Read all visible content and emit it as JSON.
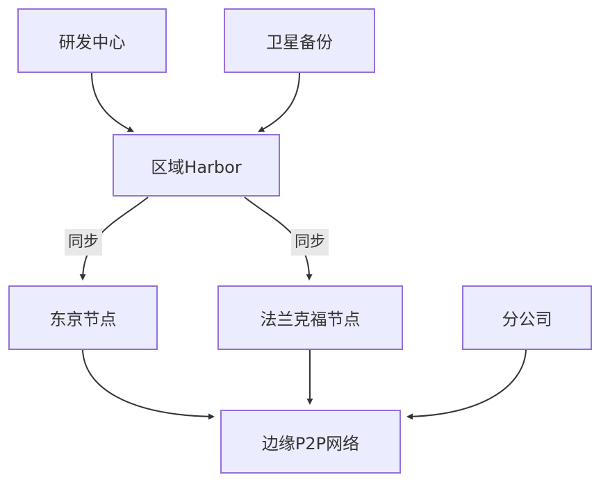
{
  "diagram": {
    "type": "flowchart",
    "direction": "top-down",
    "nodes": [
      {
        "id": "rd-center",
        "label": "研发中心"
      },
      {
        "id": "satellite-backup",
        "label": "卫星备份"
      },
      {
        "id": "region-harbor",
        "label": "区域Harbor"
      },
      {
        "id": "tokyo-node",
        "label": "东京节点"
      },
      {
        "id": "frankfurt-node",
        "label": "法兰克福节点"
      },
      {
        "id": "branch-office",
        "label": "分公司"
      },
      {
        "id": "edge-p2p-network",
        "label": "边缘P2P网络"
      }
    ],
    "edges": [
      {
        "from": "研发中心",
        "to": "区域Harbor",
        "label": ""
      },
      {
        "from": "卫星备份",
        "to": "区域Harbor",
        "label": ""
      },
      {
        "from": "区域Harbor",
        "to": "东京节点",
        "label": "同步"
      },
      {
        "from": "区域Harbor",
        "to": "法兰克福节点",
        "label": "同步"
      },
      {
        "from": "东京节点",
        "to": "边缘P2P网络",
        "label": ""
      },
      {
        "from": "法兰克福节点",
        "to": "边缘P2P网络",
        "label": ""
      },
      {
        "from": "分公司",
        "to": "边缘P2P网络",
        "label": ""
      }
    ],
    "colors": {
      "node_fill": "#ECECFF",
      "node_border": "#9370DB",
      "edge_stroke": "#333333",
      "edge_label_bg": "#e8e8e8",
      "text": "#333333",
      "background": "#ffffff"
    }
  }
}
